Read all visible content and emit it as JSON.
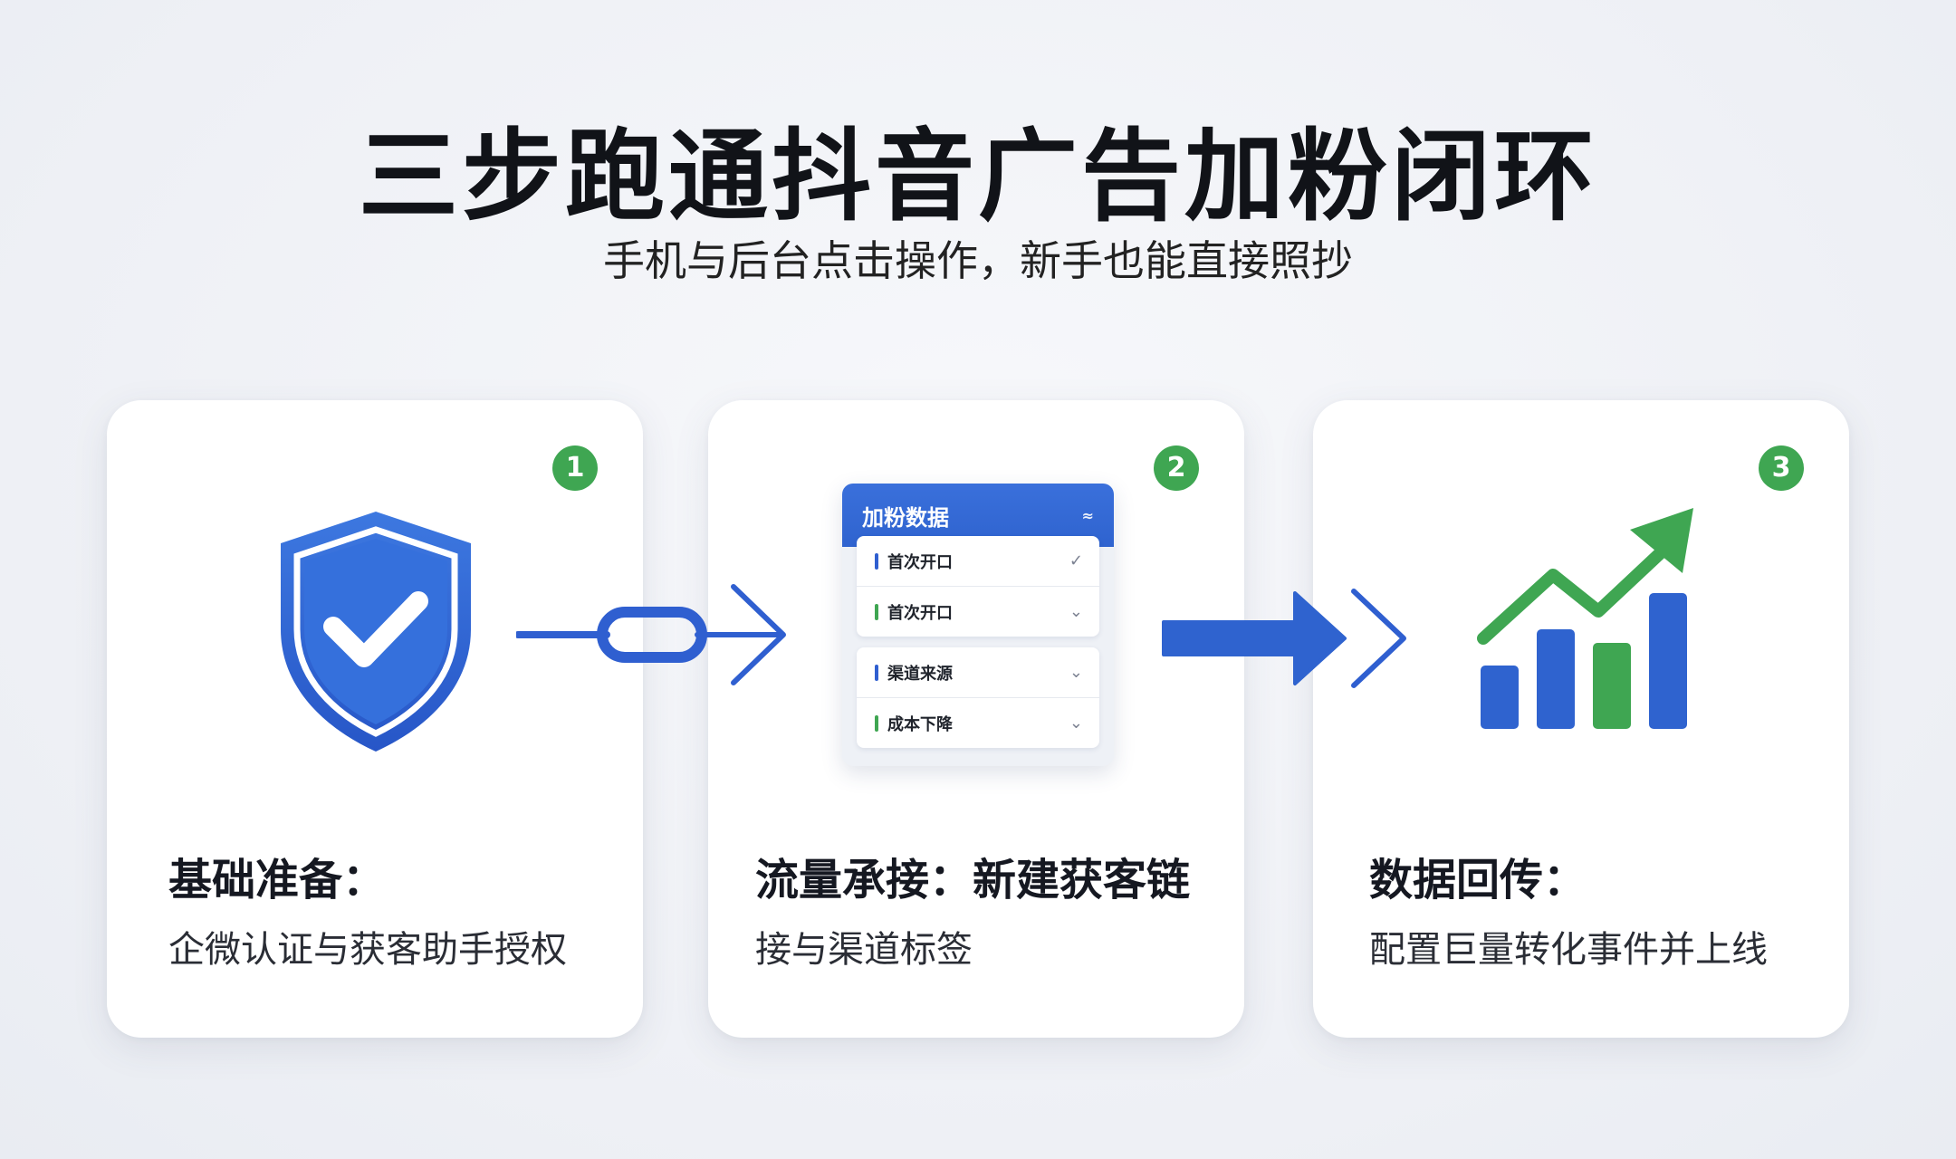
{
  "title": "三步跑通抖音广告加粉闭环",
  "subtitle": "手机与后台点击操作，新手也能直接照抄",
  "steps": [
    {
      "number": "1",
      "title": "基础准备：",
      "desc": "企微认证与获客助手授权",
      "icon": "shield-check-icon"
    },
    {
      "number": "2",
      "title": "流量承接：新建获客链",
      "desc": "接与渠道标签",
      "icon": "data-panel"
    },
    {
      "number": "3",
      "title": "数据回传：",
      "desc": "配置巨量转化事件并上线",
      "icon": "growth-chart-icon"
    }
  ],
  "panel": {
    "header": "加粉数据",
    "header_icon": "≈",
    "rows": [
      {
        "label": "首次开口",
        "accent": "#2f5fd0",
        "icon": "✓"
      },
      {
        "label": "首次开口",
        "accent": "#3fa652",
        "icon": "⌄"
      },
      {
        "label": "渠道来源",
        "accent": "#2f5fd0",
        "icon": "⌄"
      },
      {
        "label": "成本下降",
        "accent": "#3fa652",
        "icon": "⌄"
      }
    ]
  },
  "colors": {
    "blue": "#2f63cf",
    "green": "#3fa652",
    "title": "#111318"
  }
}
